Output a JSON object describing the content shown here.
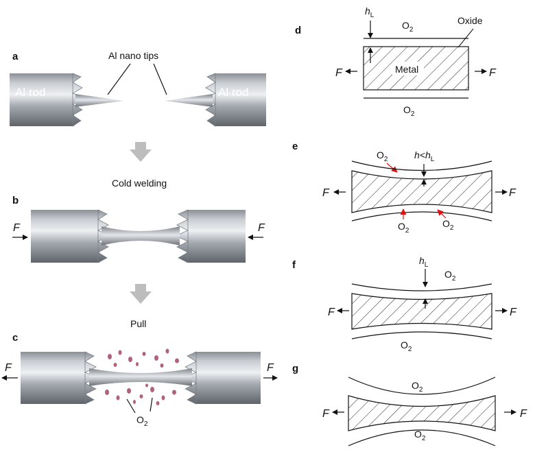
{
  "panels": {
    "a": "a",
    "b": "b",
    "c": "c",
    "d": "d",
    "e": "e",
    "f": "f",
    "g": "g"
  },
  "left": {
    "tips_label": "Al nano tips",
    "rod_left": "Al rod",
    "rod_right": "Al rod",
    "cold_welding": "Cold welding",
    "pull": "Pull",
    "force": "F",
    "oxygen": "O",
    "oxygen_sub": "2"
  },
  "right": {
    "h": "h",
    "h_sub": "L",
    "h_less": "h<h",
    "oxide": "Oxide",
    "metal": "Metal",
    "force": "F",
    "oxygen": "O",
    "oxygen_sub": "2"
  },
  "colors": {
    "rod_dark": "#6f747b",
    "rod_light": "#d9dde2",
    "particles": "#b0637a",
    "process_arrow": "#bdbdbd",
    "red_arrow": "#e01010"
  }
}
